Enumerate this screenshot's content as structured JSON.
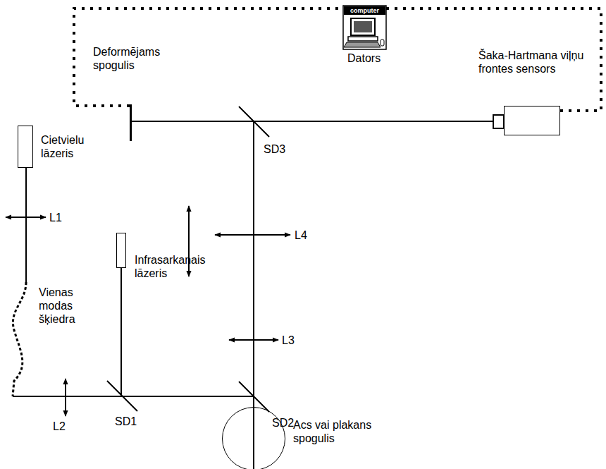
{
  "diagram": {
    "nodes": [
      {
        "text": [
          "Deformējams spogulis"
        ]
      },
      {
        "text": [
          "Dators"
        ]
      },
      {
        "text": [
          "Šaka-Hartmana viļņu frontes sensors"
        ]
      },
      {
        "text": [
          "Cietvielu lāzeris"
        ]
      },
      {
        "text": [
          "Infrasarkanais lāzeris"
        ]
      },
      {
        "text": [
          "Acs vai plakans spogulis"
        ]
      }
    ],
    "edges": [
      {
        "from": 0,
        "to": 1,
        "arrow": "none"
      },
      {
        "from": 1,
        "to": 2,
        "arrow": "none"
      }
    ],
    "labels": [
      "computer",
      "SD3",
      "L4",
      "L1",
      "Vienas modas šķiedra",
      "L3",
      "L2",
      "SD1",
      "SD2"
    ]
  }
}
